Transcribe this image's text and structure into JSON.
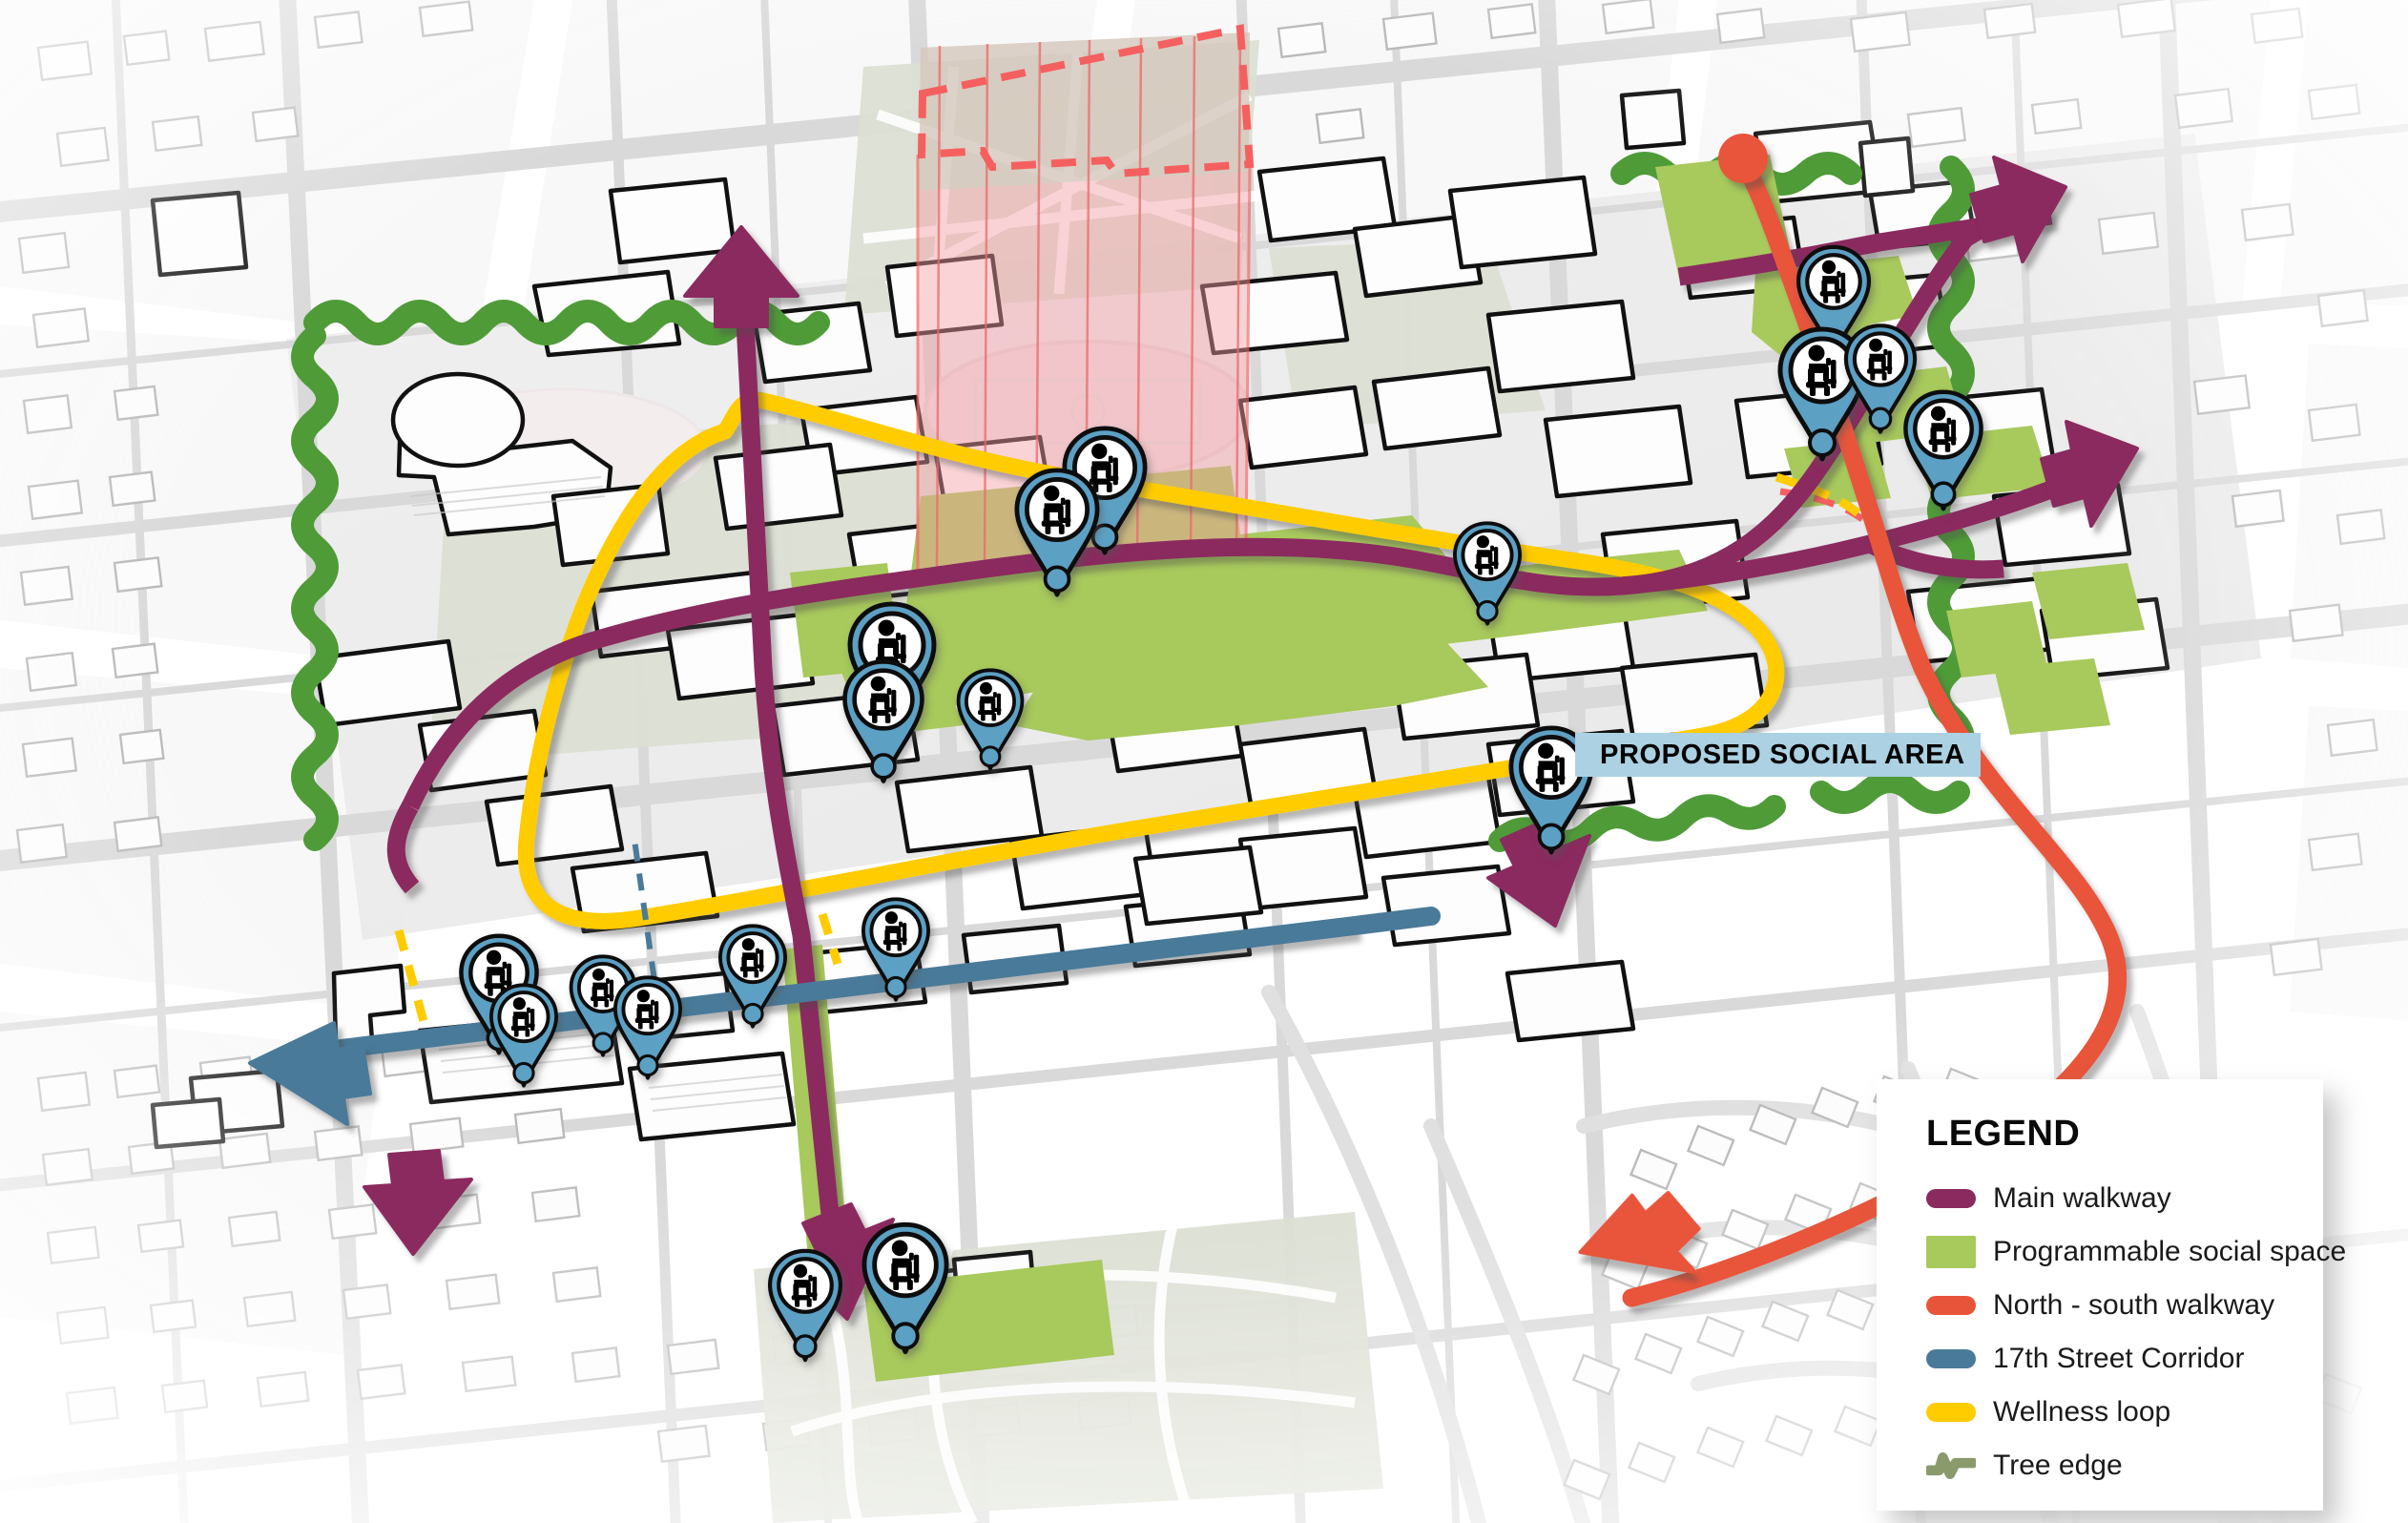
{
  "map": {
    "type": "urban-design-concept-plan",
    "callout": {
      "text": "PROPOSED SOCIAL AREA",
      "icon": "seated-person-pin-icon",
      "background_color": "#ABD1E2"
    },
    "palette": {
      "main_walkway": "#8B2A5F",
      "programmable_social_space": "#A8C95C",
      "north_south_walkway": "#E8543A",
      "seventeenth_street_corridor": "#4A7A99",
      "wellness_loop": "#FFCC00",
      "tree_edge": "#8A9A6B",
      "tree_edge_map": "#4F9B38",
      "study_area_fill": "#F7C6CC",
      "study_area_outline": "#F4605F",
      "pin_body": "#5CA0C4",
      "pin_outline": "#111111",
      "base_street": "#DEDEDE",
      "base_block": "#EDEDED",
      "base_building_outline": "#111111",
      "base_background": "#FFFFFF"
    },
    "pin_markers": {
      "icon": "seated-person-pin-icon",
      "count": 21,
      "label": "Proposed social area marker"
    },
    "annotations": {
      "study_area_boundary": "red dashed outline",
      "wellness_loop_shape": "closed loop",
      "arrow_terminations": 6
    }
  },
  "legend": {
    "title": "LEGEND",
    "items": [
      {
        "label": "Main walkway",
        "color": "#8B2A5F",
        "swatch": "bar"
      },
      {
        "label": "Programmable social space",
        "color": "#A8C95C",
        "swatch": "rect"
      },
      {
        "label": "North - south walkway",
        "color": "#E8543A",
        "swatch": "bar"
      },
      {
        "label": "17th Street Corridor",
        "color": "#4A7A99",
        "swatch": "bar"
      },
      {
        "label": "Wellness loop",
        "color": "#FFCC00",
        "swatch": "bar"
      },
      {
        "label": "Tree edge",
        "color": "#8A9A6B",
        "swatch": "squiggle"
      }
    ]
  }
}
